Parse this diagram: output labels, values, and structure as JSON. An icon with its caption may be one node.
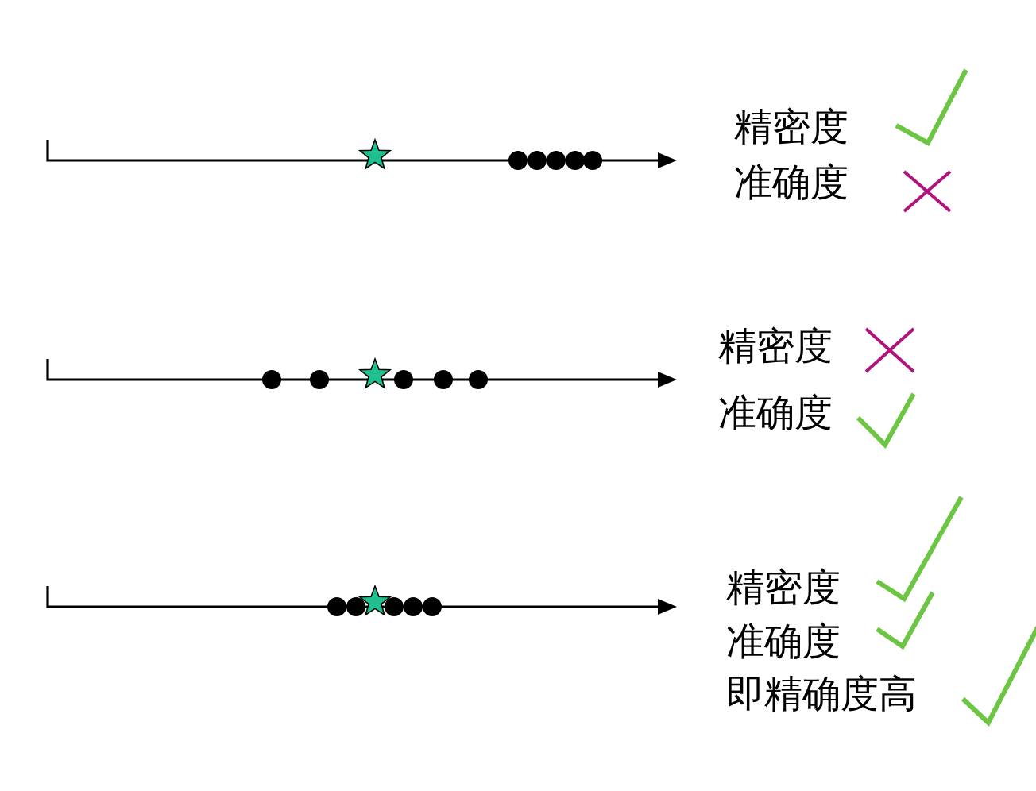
{
  "diagram": {
    "labels": [
      "精密度",
      "准确度",
      "精密度",
      "准确度",
      "精密度",
      "准确度",
      "即精确度高"
    ]
  }
}
